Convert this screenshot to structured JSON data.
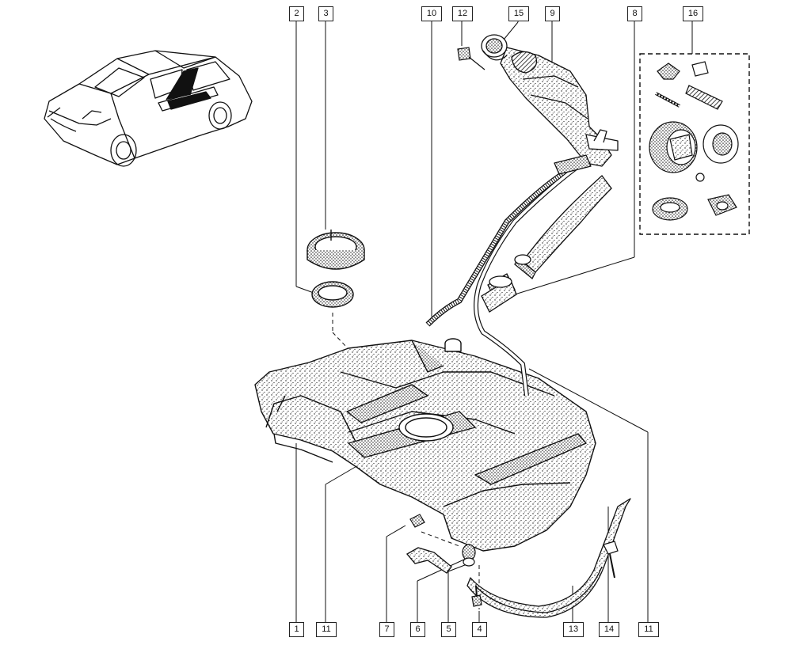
{
  "diagram": {
    "callouts": {
      "c1": "1",
      "c2": "2",
      "c3": "3",
      "c4": "4",
      "c5": "5",
      "c6": "6",
      "c7": "7",
      "c8": "8",
      "c9": "9",
      "c10": "10",
      "c11a": "11",
      "c11b": "11",
      "c12": "12",
      "c13": "13",
      "c14": "14",
      "c15": "15",
      "c16": "16"
    },
    "colors": {
      "ink": "#111111",
      "paper": "#ffffff",
      "stipple": "#1a1a1a"
    }
  }
}
